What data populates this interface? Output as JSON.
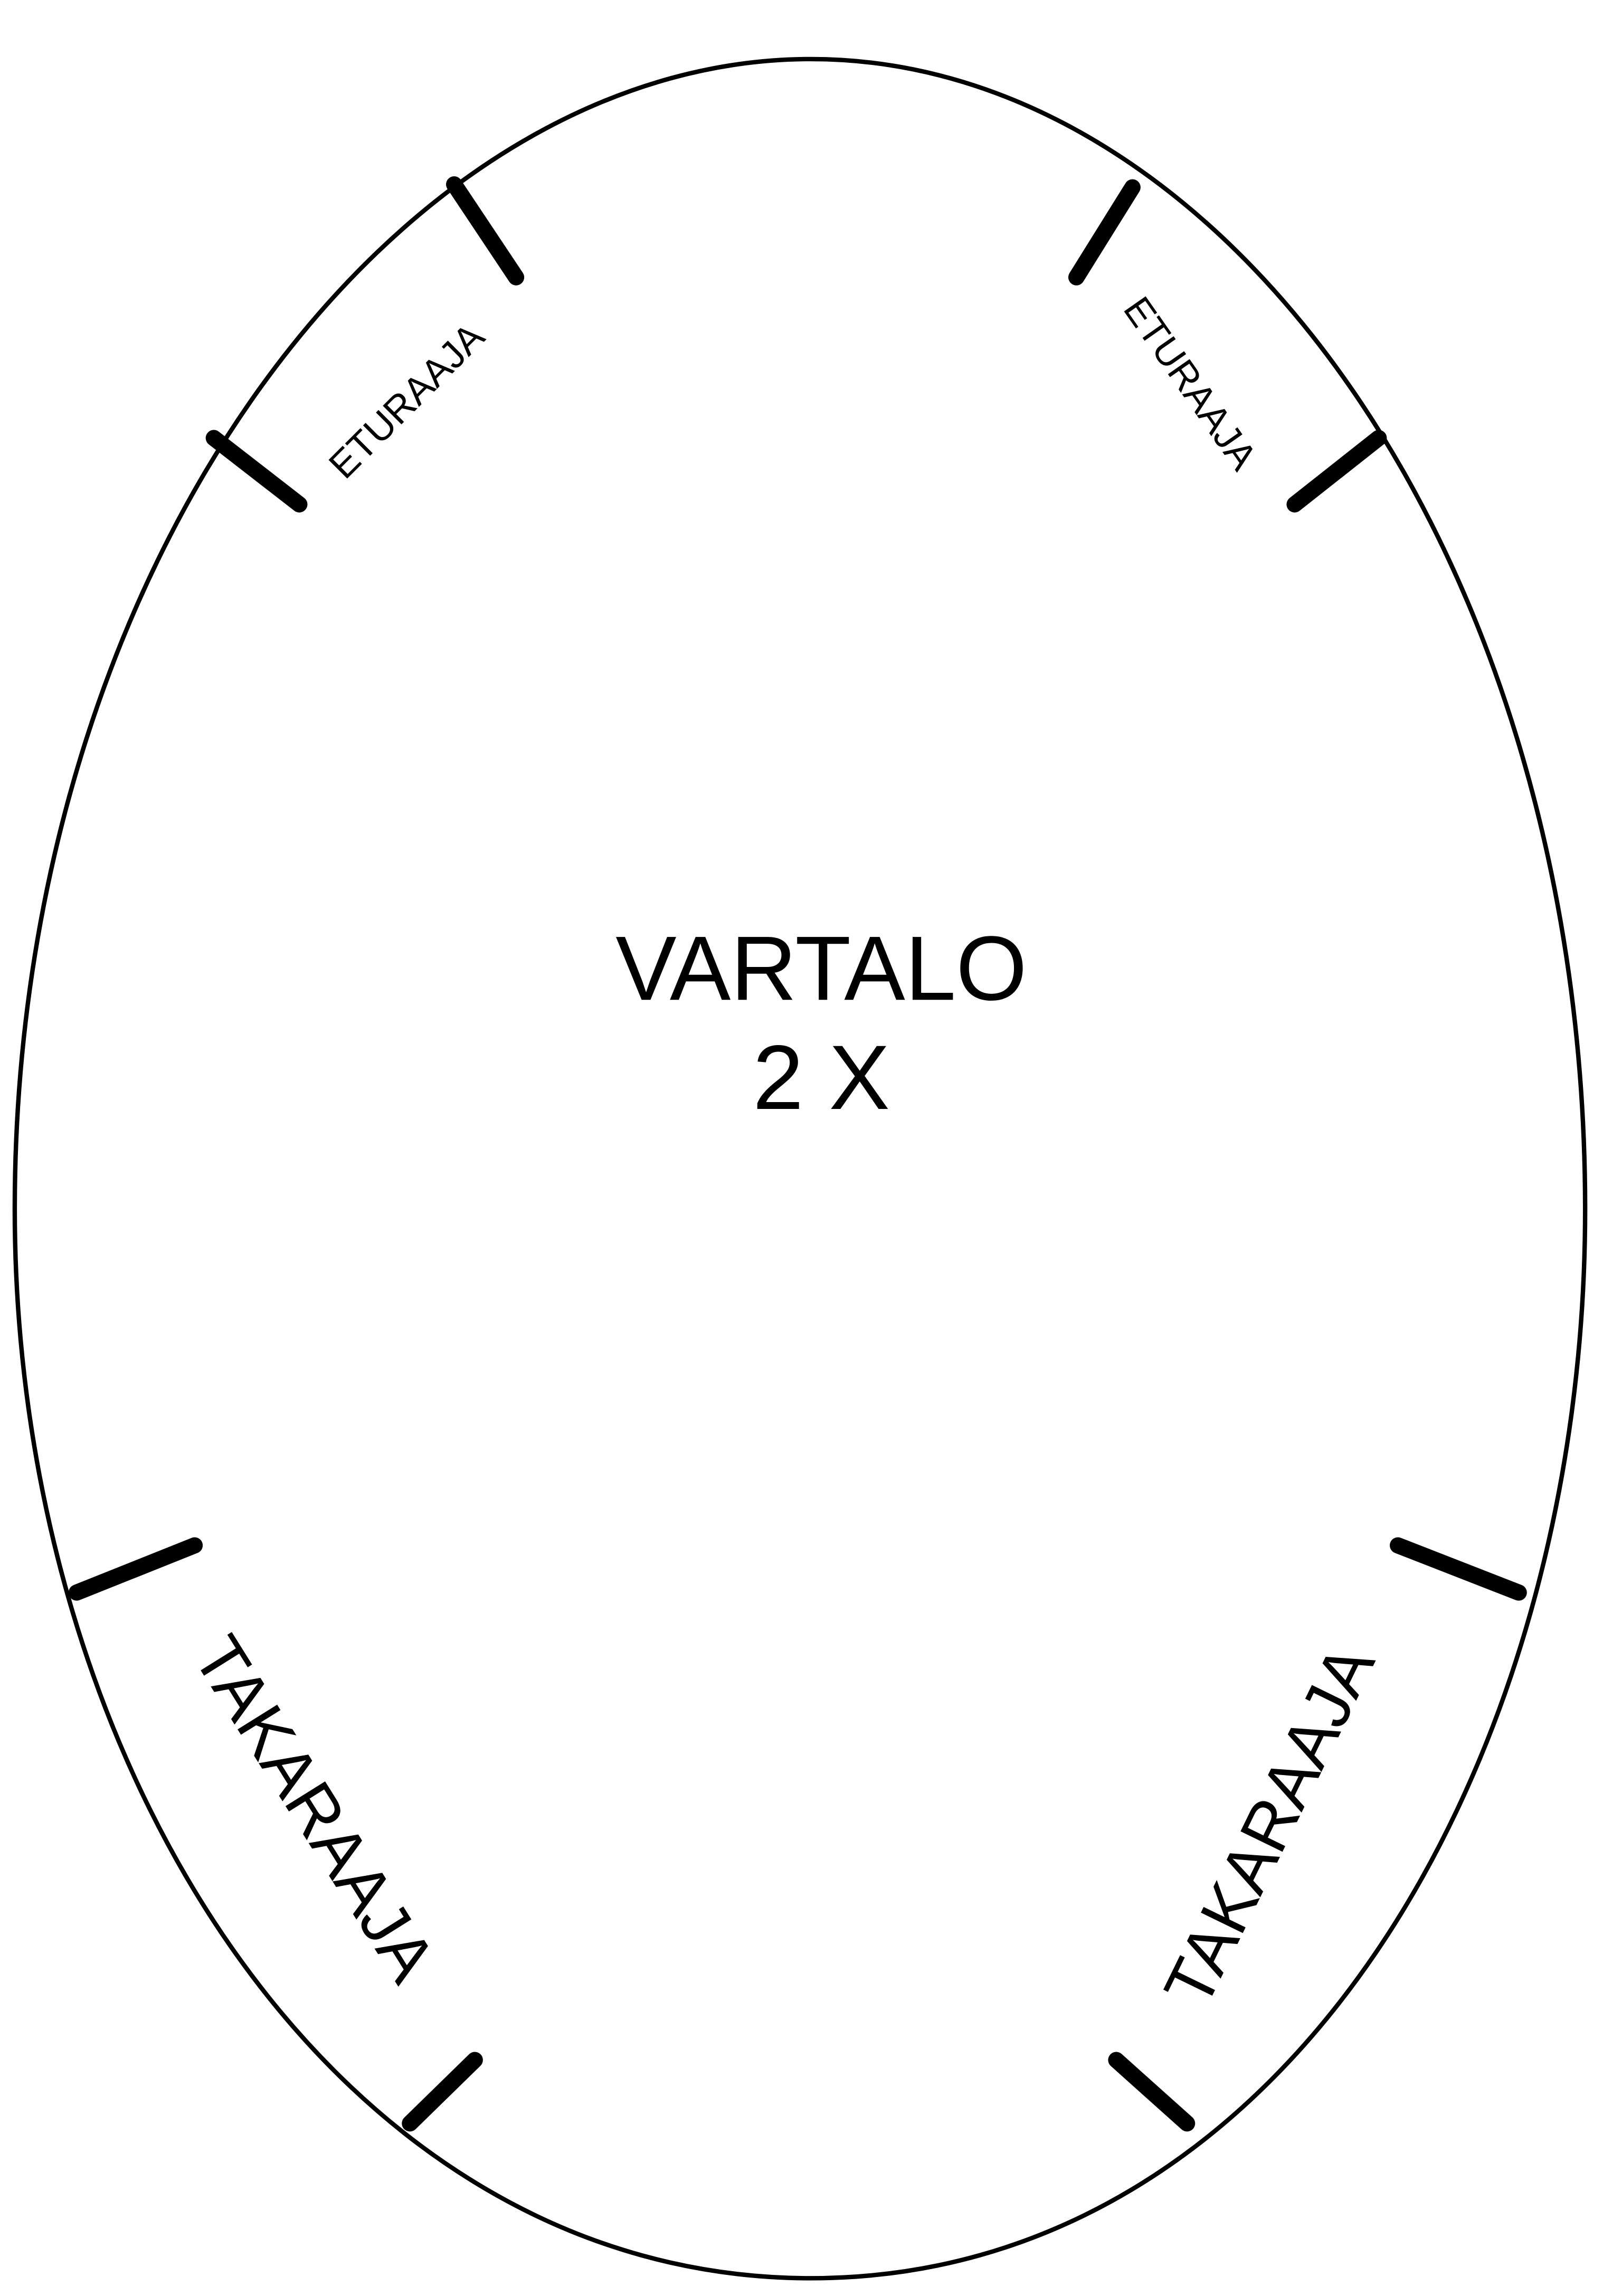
{
  "title": "VARTALO",
  "count": "2 X",
  "labels": {
    "front_leg_left": "ETURAAJA",
    "front_leg_right": "ETURAAJA",
    "back_leg_left": "TAKARAAJA",
    "back_leg_right": "TAKARAAJA"
  },
  "colors": {
    "line": "#000000",
    "background": "#ffffff"
  }
}
